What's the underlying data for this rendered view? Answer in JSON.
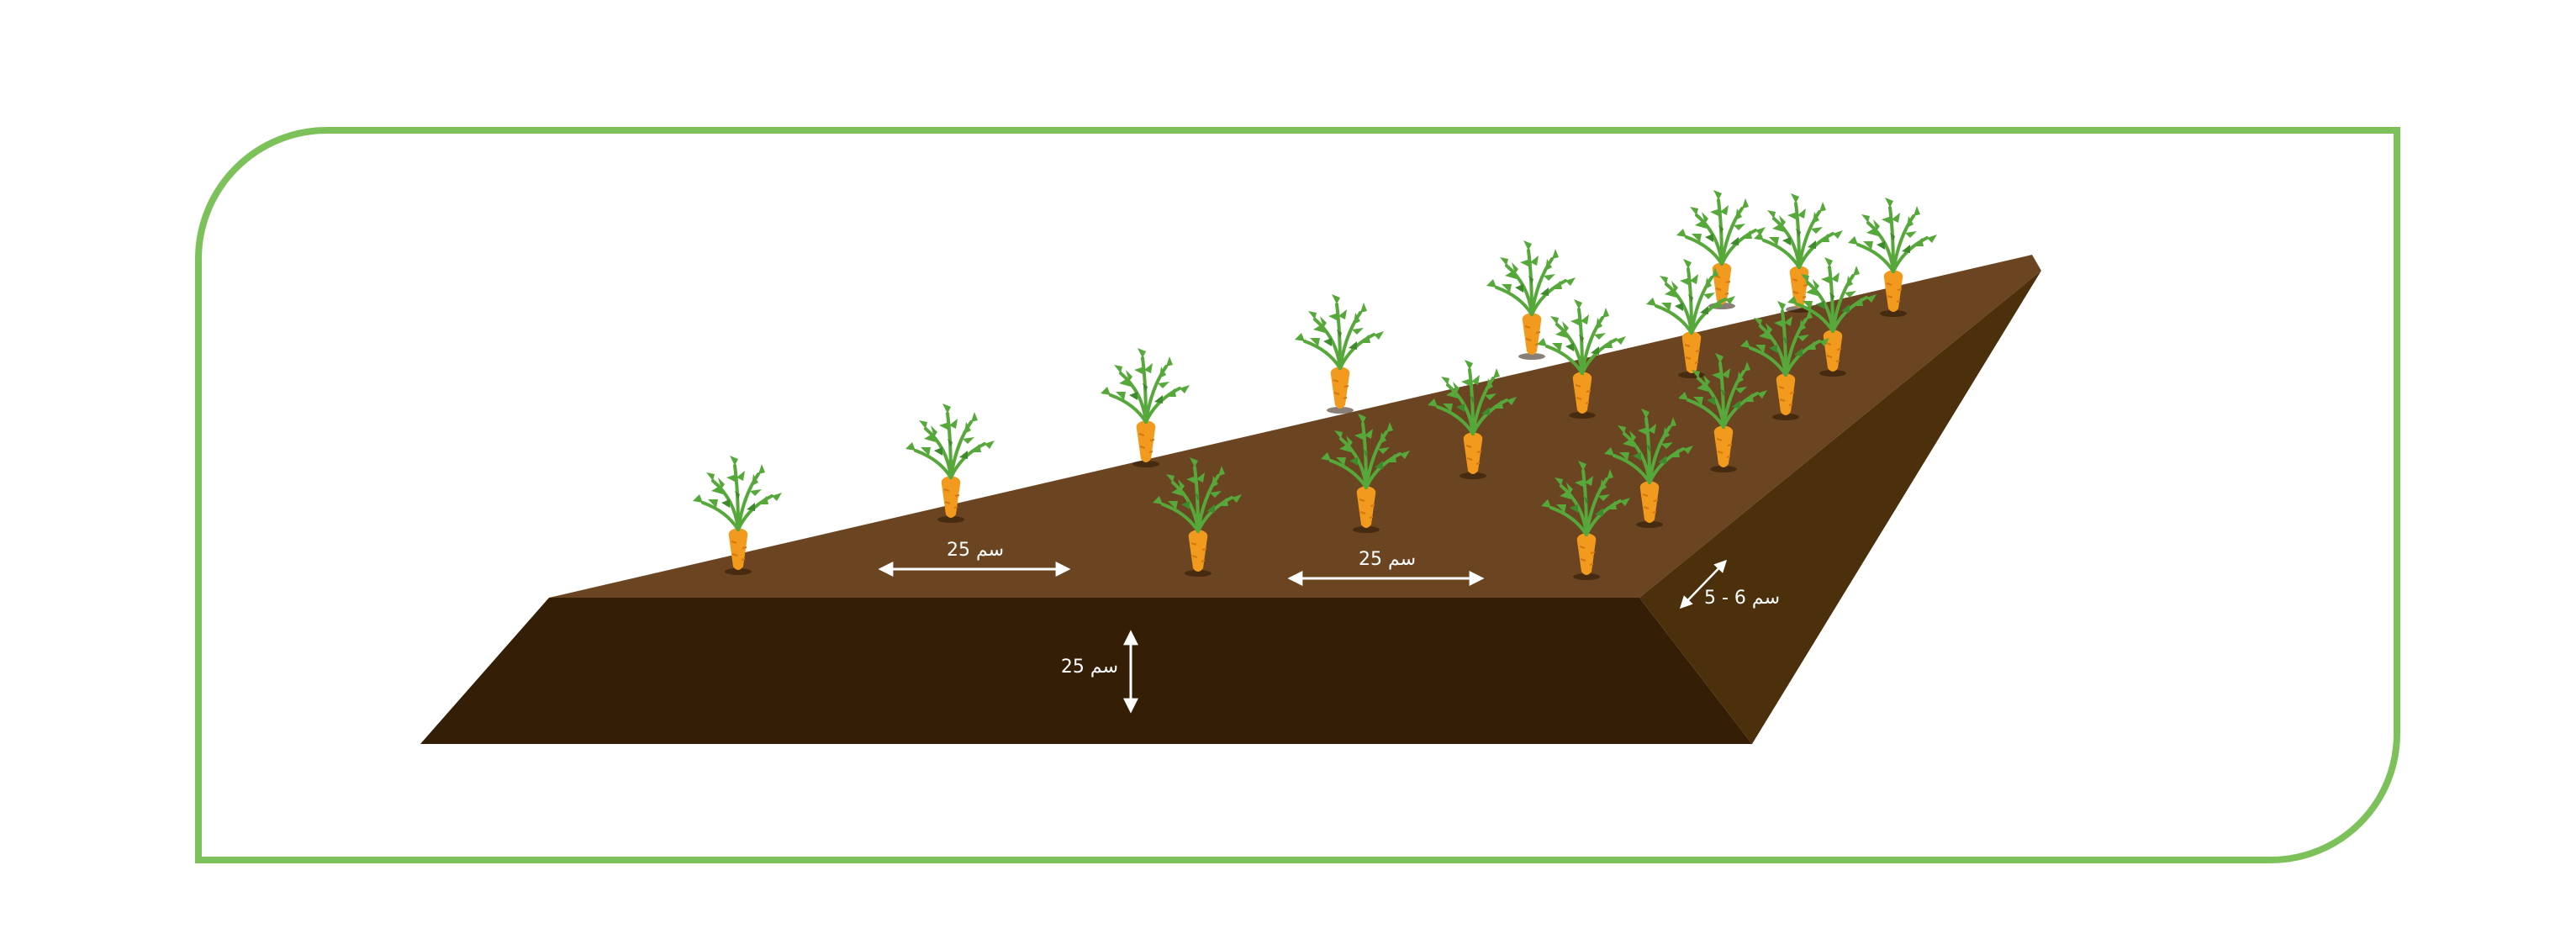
{
  "colors": {
    "frame": "#7dc15b",
    "bed_top": "#6b4521",
    "bed_front": "#341e06",
    "bed_side": "#4c300c",
    "leaf": "#56a83a",
    "leaf_dark": "#3e8a2d",
    "carrot": "#f29a1d",
    "carrot_dark": "#d5770f",
    "arrow": "#ffffff"
  },
  "labels": {
    "spacing_left": "25 سم",
    "spacing_middle": "25 سم",
    "bed_height": "25 سم",
    "row_gap": "5 - 6 سم"
  },
  "icons": {
    "plant": "carrot-plant-icon",
    "arrow": "double-arrow-icon"
  }
}
